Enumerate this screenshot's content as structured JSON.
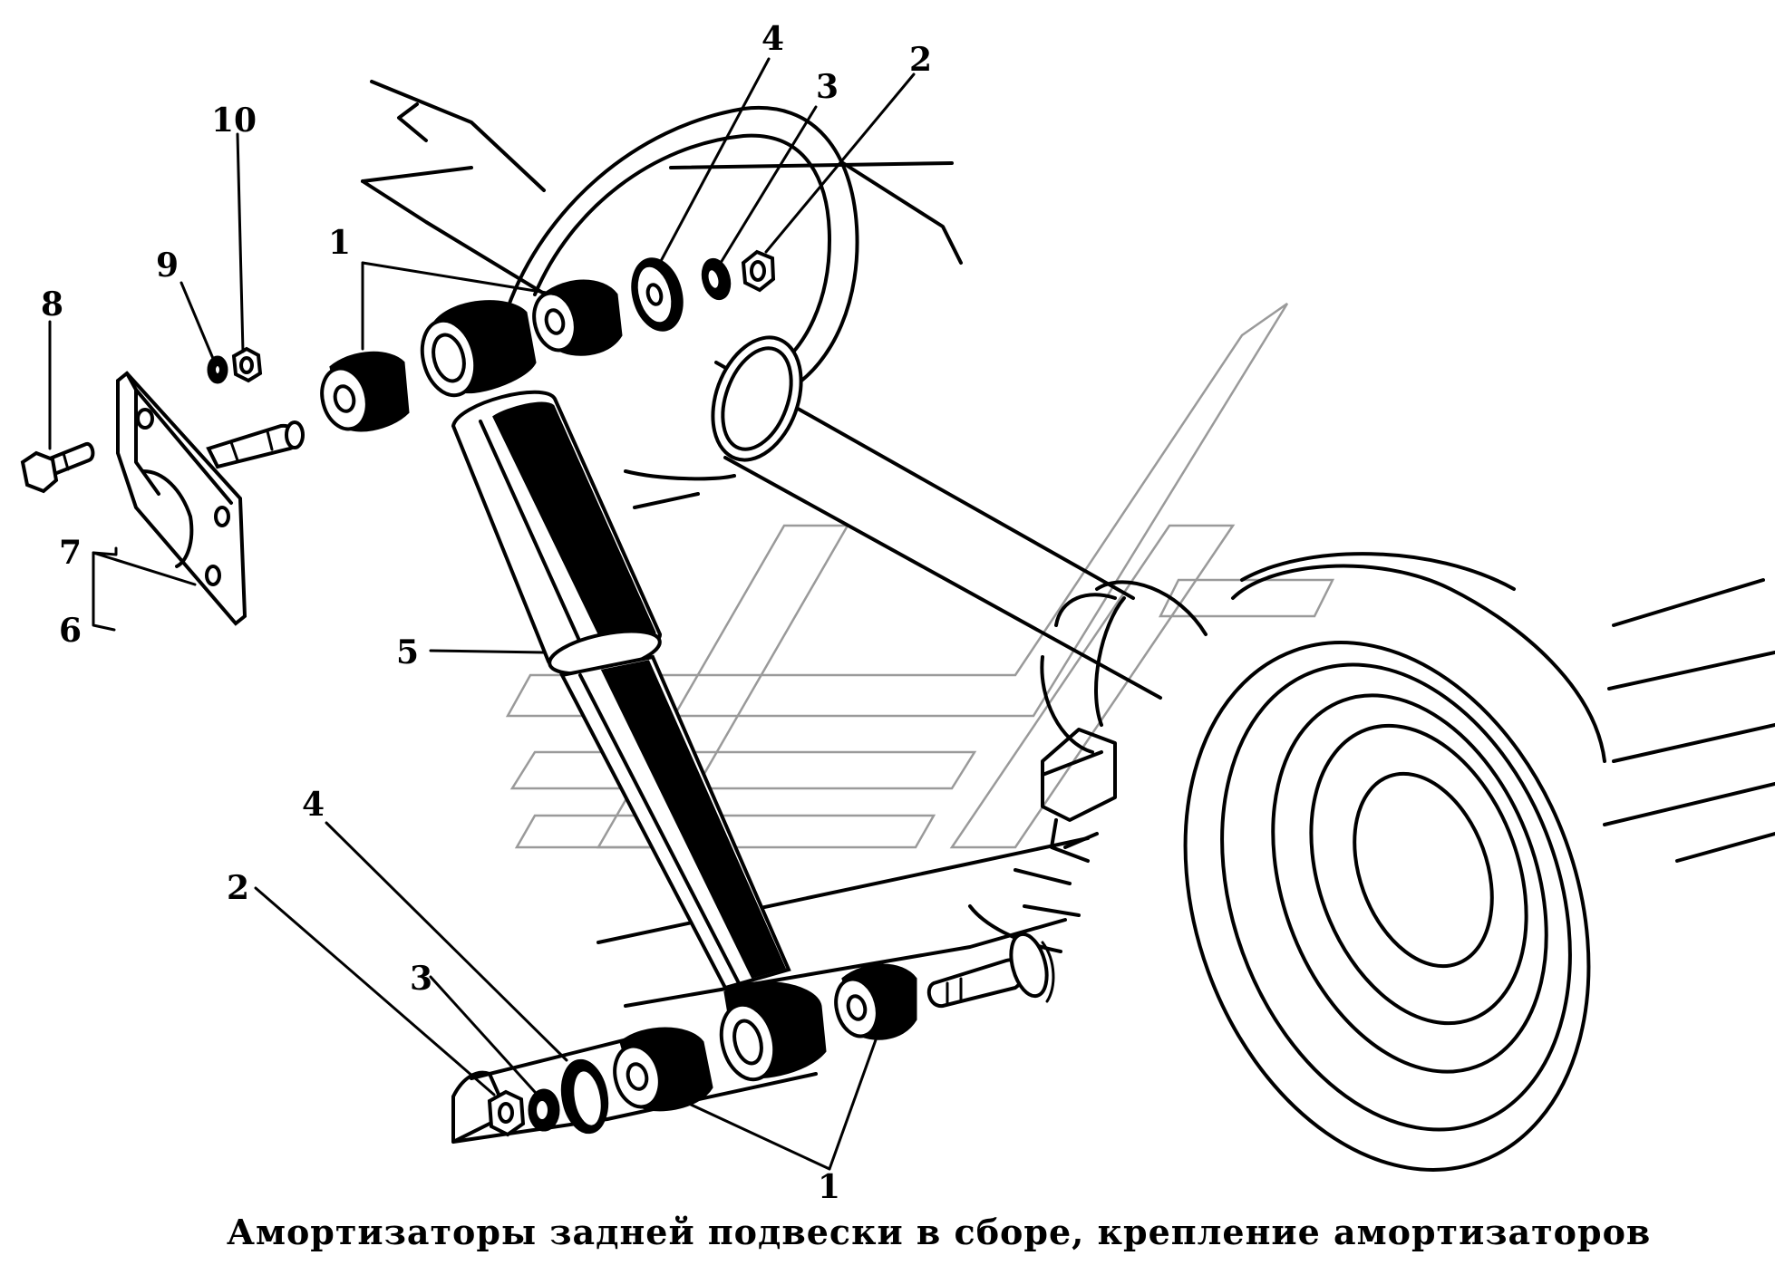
{
  "caption": "Амортизаторы задней подвески в сборе, крепление амортизаторов",
  "callouts": {
    "c1_upper": "1",
    "c2_upper": "2",
    "c3_upper": "3",
    "c4_upper": "4",
    "c5": "5",
    "c6": "6",
    "c7": "7",
    "c8": "8",
    "c9": "9",
    "c10": "10",
    "c1_lower": "1",
    "c2_lower": "2",
    "c3_lower": "3",
    "c4_lower": "4"
  }
}
